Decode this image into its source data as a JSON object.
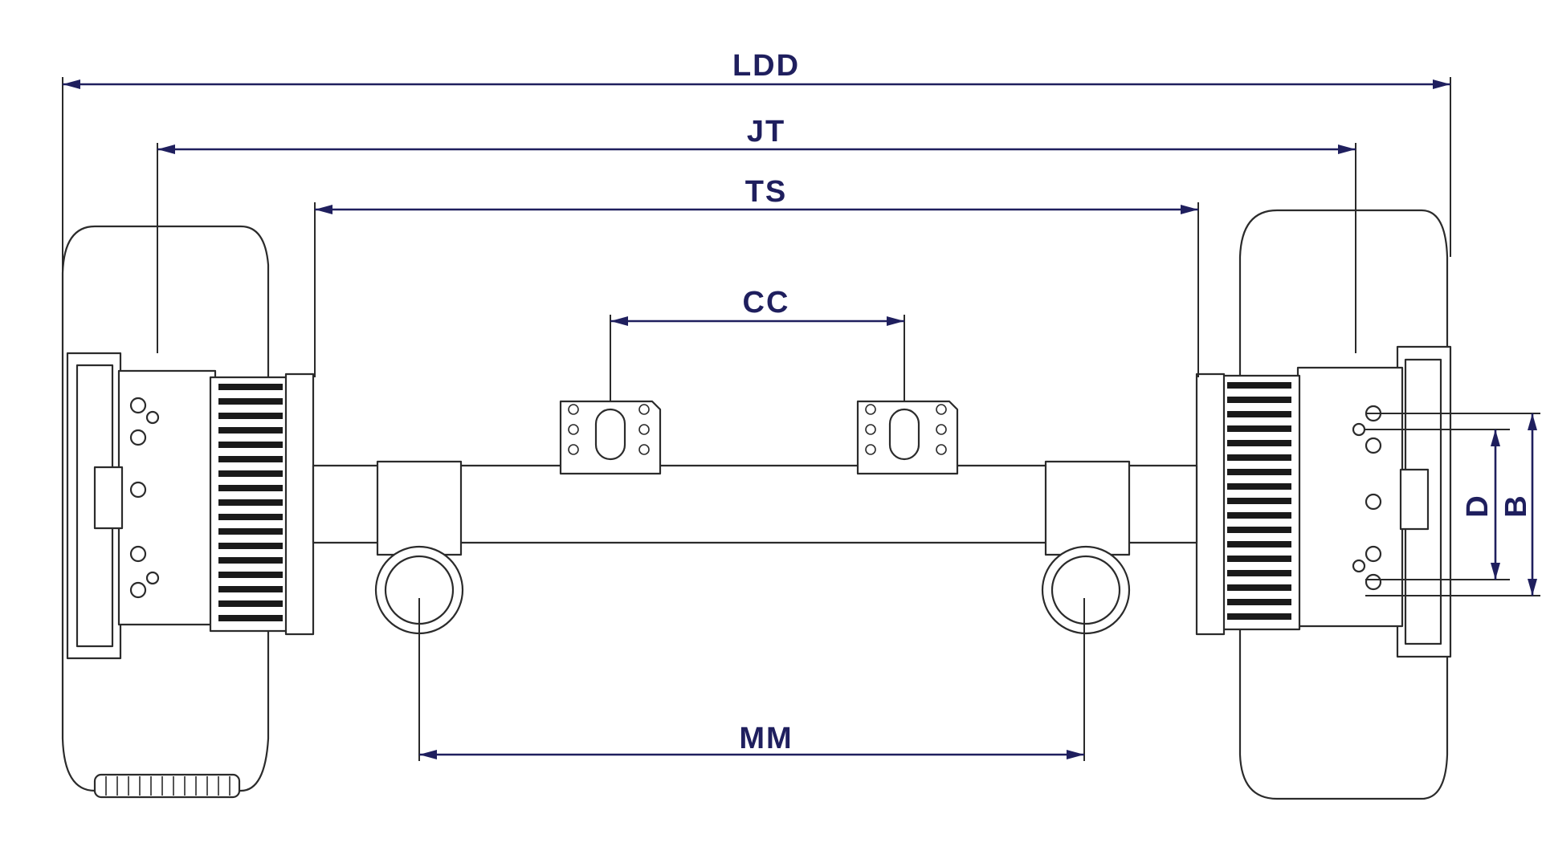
{
  "diagram": {
    "dimensions": {
      "ldd": "LDD",
      "jt": "JT",
      "ts": "TS",
      "cc": "CC",
      "mm": "MM",
      "d": "D",
      "b": "B"
    },
    "colors": {
      "dimension": "#1f1f5e",
      "outline": "#2b2b2b",
      "background": "#ffffff"
    }
  }
}
